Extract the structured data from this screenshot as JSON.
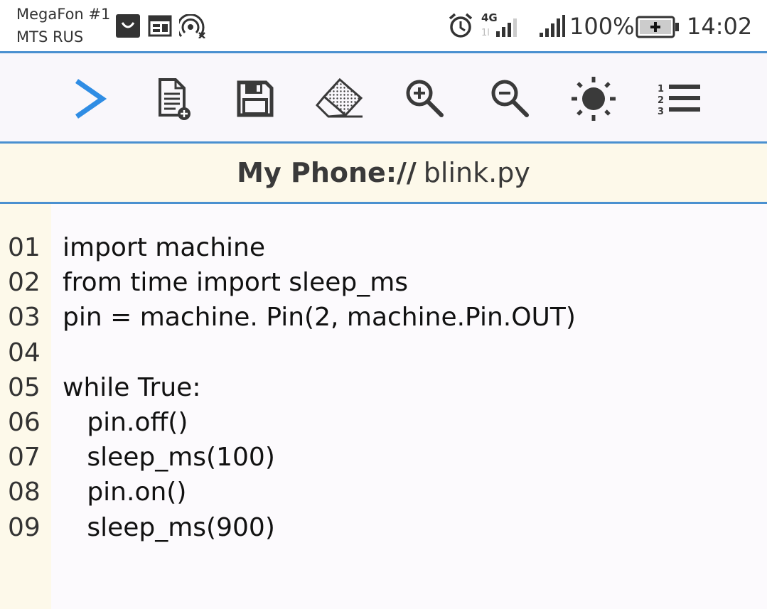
{
  "status_bar": {
    "carrier_1": "MegaFon #1",
    "carrier_2": "MTS RUS",
    "network_label": "4G",
    "battery_percent": "100%",
    "time": "14:02",
    "icons": [
      "shopping-bag-icon",
      "calendar-icon",
      "hotspot-icon",
      "alarm-icon",
      "signal-4g-icon",
      "signal-icon",
      "battery-charging-icon"
    ]
  },
  "toolbar": {
    "buttons": [
      "run-icon",
      "new-file-icon",
      "save-icon",
      "eraser-icon",
      "zoom-in-icon",
      "zoom-out-icon",
      "brightness-icon",
      "line-numbers-icon"
    ]
  },
  "title": {
    "device": "My Phone",
    "separator": "://",
    "filename": "blink.py"
  },
  "editor": {
    "lines": [
      {
        "num": "01",
        "code": "import machine"
      },
      {
        "num": "02",
        "code": "from time import sleep_ms"
      },
      {
        "num": "03",
        "code": "pin = machine. Pin(2, machine.Pin.OUT)"
      },
      {
        "num": "04",
        "code": ""
      },
      {
        "num": "05",
        "code": "while True:"
      },
      {
        "num": "06",
        "code": "   pin.off()"
      },
      {
        "num": "07",
        "code": "   sleep_ms(100)"
      },
      {
        "num": "08",
        "code": "   pin.on()"
      },
      {
        "num": "09",
        "code": "   sleep_ms(900)"
      }
    ]
  },
  "colors": {
    "accent": "#4a90d0",
    "run_icon": "#2f8de4",
    "title_background": "#fdf9ea",
    "toolbar_background": "#f9f7fb",
    "icon": "#3a3a3a"
  }
}
